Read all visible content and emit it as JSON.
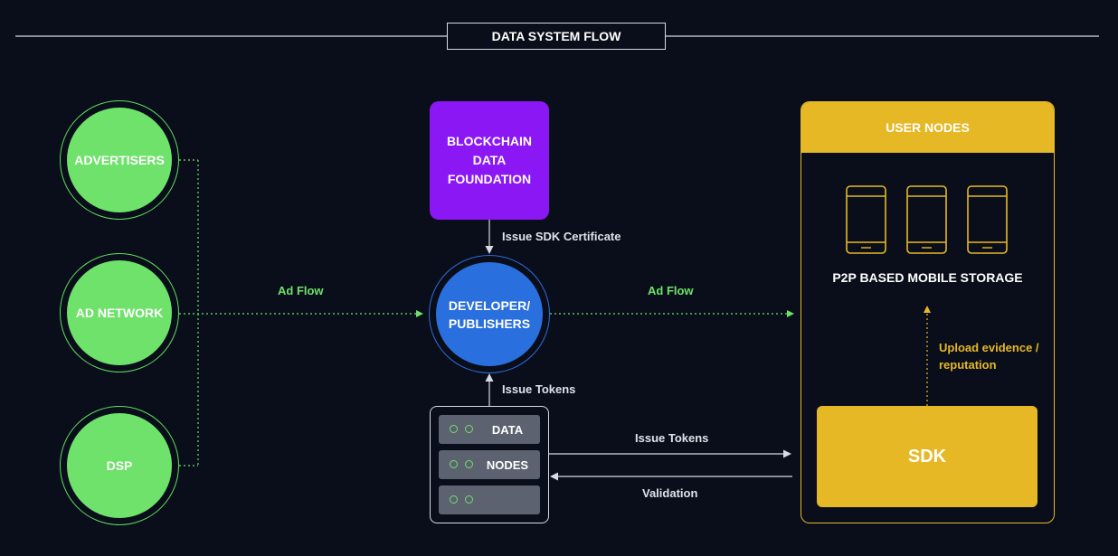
{
  "diagram": {
    "title": "DATA SYSTEM FLOW",
    "sources": [
      {
        "label": "ADVERTISERS"
      },
      {
        "label": "AD NETWORK"
      },
      {
        "label": "DSP"
      }
    ],
    "blockchain": {
      "lines": [
        "BLOCKCHAIN",
        "DATA",
        "FOUNDATION"
      ]
    },
    "developer": {
      "lines": [
        "DEVELOPER/",
        "PUBLISHERS"
      ]
    },
    "data_nodes": {
      "row1": "DATA",
      "row2": "NODES",
      "row3": ""
    },
    "user_nodes": {
      "header": "USER NODES",
      "storage_label": "P2P BASED MOBILE STORAGE"
    },
    "sdk": {
      "label": "SDK"
    },
    "edges": {
      "ad_flow_left": "Ad Flow",
      "ad_flow_right": "Ad Flow",
      "issue_sdk_certificate": "Issue SDK Certificate",
      "issue_tokens_up": "Issue Tokens",
      "issue_tokens_right": "Issue Tokens",
      "validation": "Validation",
      "upload_evidence_line1": "Upload evidence /",
      "upload_evidence_line2": "reputation"
    },
    "colors": {
      "background": "#0a0e1a",
      "green": "#6ee26a",
      "purple": "#8b17f5",
      "blue": "#2a6fde",
      "yellow": "#e6b826",
      "server_gray": "#5d6270",
      "line_white": "#d8dbe3"
    }
  }
}
